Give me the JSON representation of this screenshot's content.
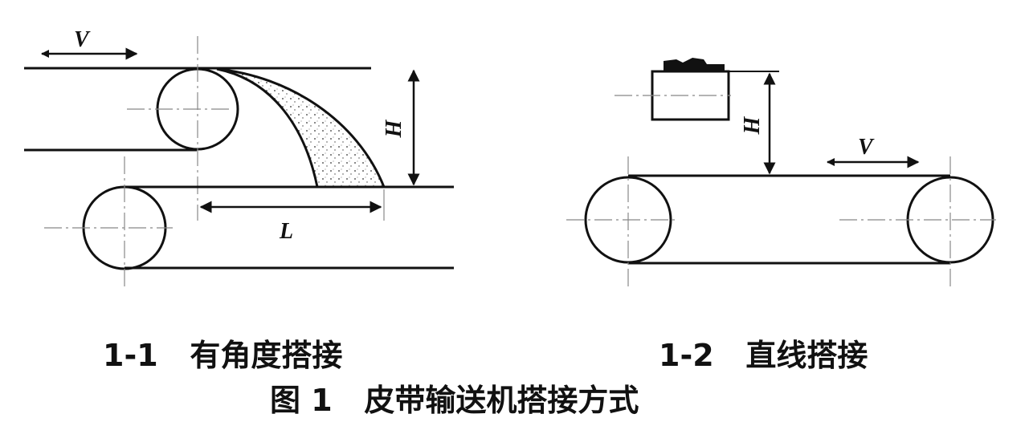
{
  "figure": {
    "title": "图 1   皮带输送机搭接方式",
    "subfigures": [
      {
        "id": "1-1",
        "caption": "1-1   有角度搭接",
        "labels": {
          "velocity": "V",
          "height": "H",
          "length": "L"
        }
      },
      {
        "id": "1-2",
        "caption": "1-2   直线搭接",
        "labels": {
          "velocity": "V",
          "height": "H"
        }
      }
    ]
  },
  "colors": {
    "stroke": "#111111",
    "centerline": "#888888",
    "background": "#ffffff"
  }
}
